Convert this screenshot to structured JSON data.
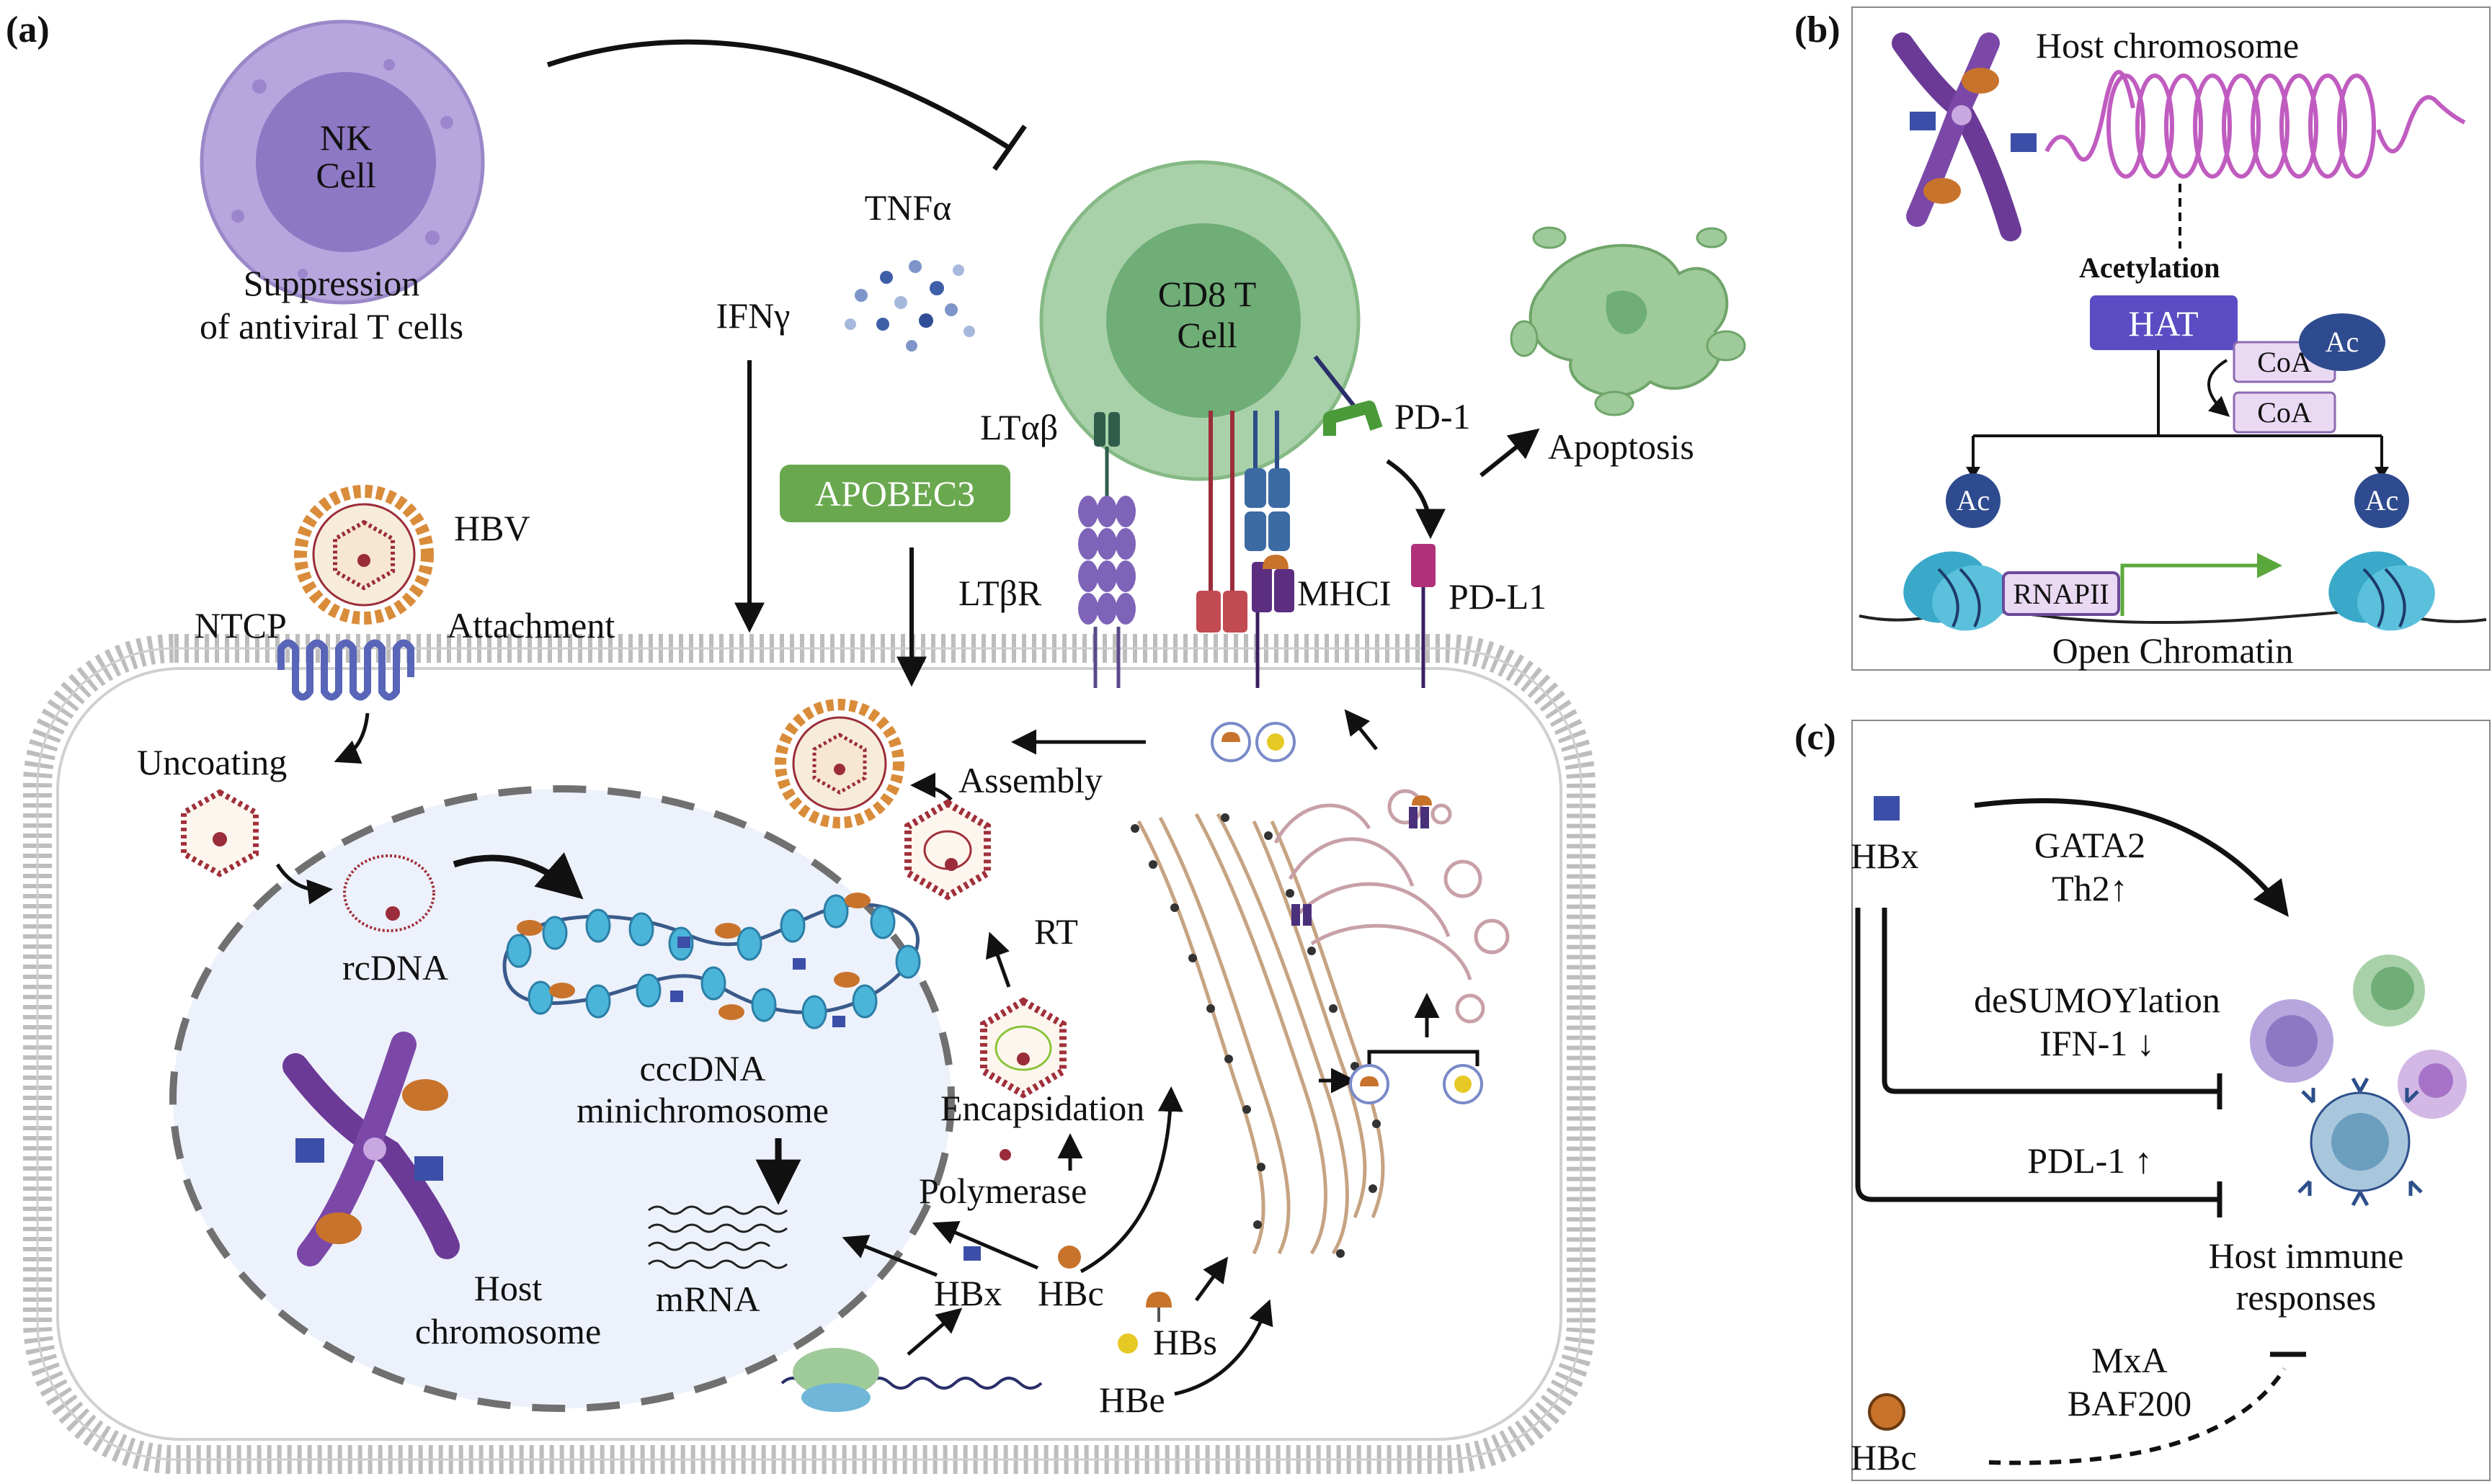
{
  "panels": {
    "a": "(a)",
    "b": "(b)",
    "c": "(c)"
  },
  "panel_a": {
    "nk_cell": [
      "NK",
      "Cell"
    ],
    "suppression": [
      "Suppression",
      "of antiviral T cells"
    ],
    "tnfa": "TNFα",
    "ifng": "IFNγ",
    "cd8": [
      "CD8 T",
      "Cell"
    ],
    "ltab": "LTαβ",
    "pd1": "PD-1",
    "apoptosis": "Apoptosis",
    "apobec3": "APOBEC3",
    "hbv": "HBV",
    "ntcp": "NTCP",
    "attachment": "Attachment",
    "ltbr": "LTβR",
    "mhci": "MHCI",
    "pdl1": "PD-L1",
    "uncoating": "Uncoating",
    "assembly": "Assembly",
    "rcdna": "rcDNA",
    "rt": "RT",
    "cccdna": [
      "cccDNA",
      "minichromosome"
    ],
    "encapsidation": "Encapsidation",
    "polymerase": "Polymerase",
    "host_chromosome": [
      "Host",
      "chromosome"
    ],
    "mrna": "mRNA",
    "hbx": "HBx",
    "hbc": "HBc",
    "hbs": "HBs",
    "hbe": "HBe"
  },
  "panel_b": {
    "host_chromosome": "Host chromosome",
    "acetylation": "Acetylation",
    "hat": "HAT",
    "ac": "Ac",
    "coa": "CoA",
    "rnapii": "RNAPII",
    "open_chromatin": "Open Chromatin"
  },
  "panel_c": {
    "hbx": "HBx",
    "gata2": [
      "GATA2",
      "Th2↑"
    ],
    "desumoylation": [
      "deSUMOYlation",
      "IFN-1 ↓"
    ],
    "pdl1": "PDL-1 ↑",
    "host_immune": [
      "Host immune",
      "responses"
    ],
    "mxa": [
      "MxA",
      "BAF200"
    ],
    "hbc": "HBc"
  },
  "colors": {
    "nk_outer": "#b7a6de",
    "cd8_outer": "#a9d1a9",
    "apobec3": "#6aa84f",
    "hat": "#5b4cc4",
    "hbx_square": "#3b4fa8",
    "hbc_circle": "#c8732c",
    "chromosome": "#6b3a96",
    "membrane": "#b6b6b6"
  }
}
